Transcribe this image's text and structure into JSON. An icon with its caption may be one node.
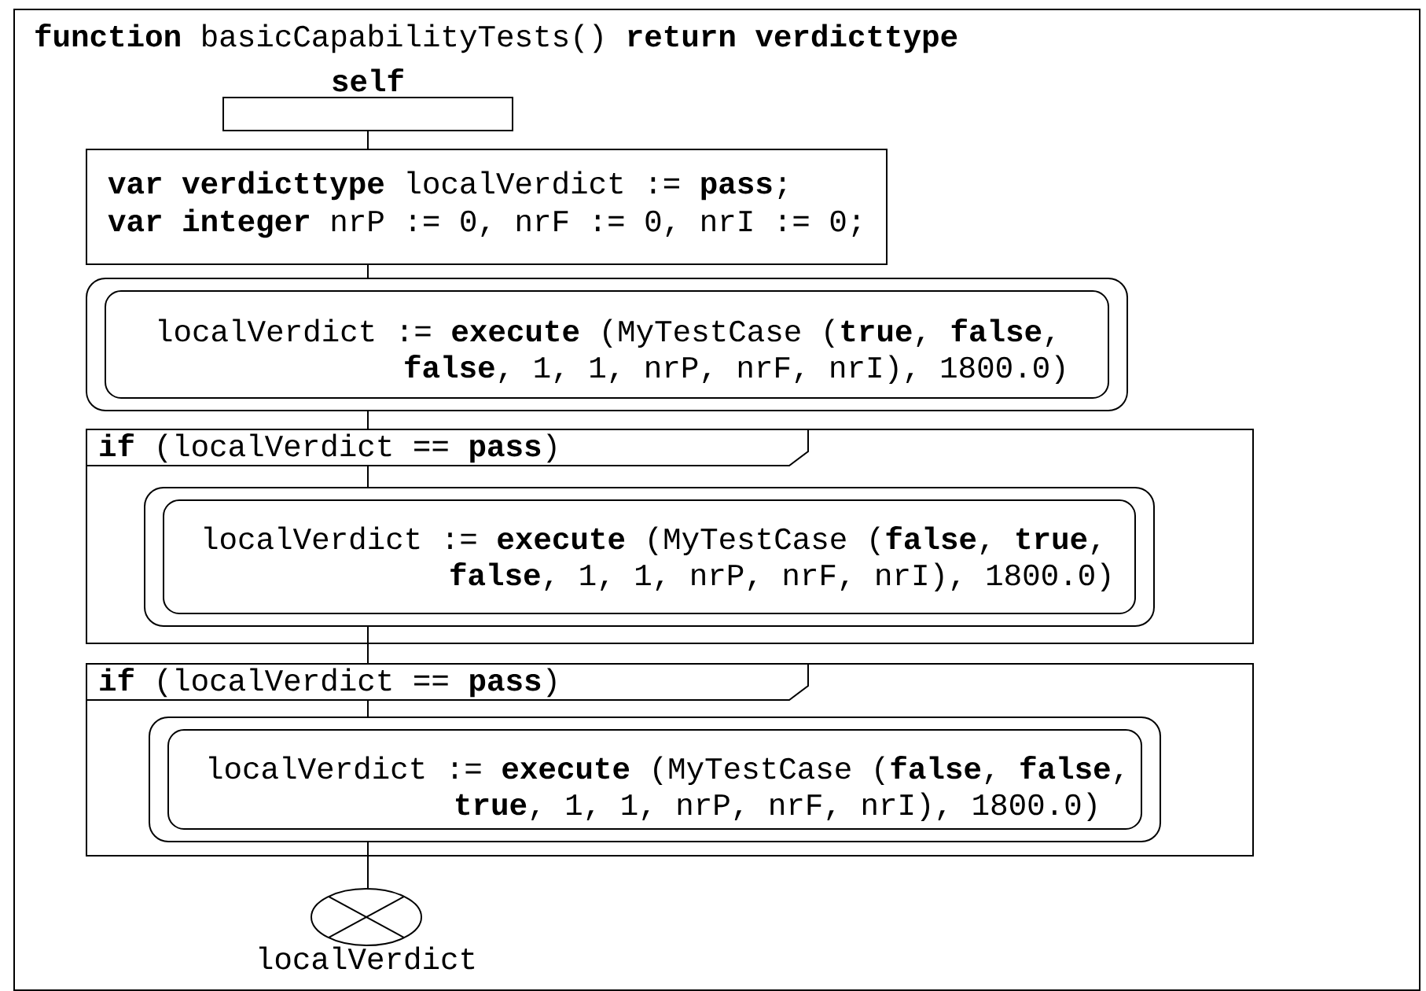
{
  "diagram": {
    "nodes": [
      {
        "text": [
          "**function** basicCapabilityTests() **return verdicttype**"
        ]
      },
      {
        "text": [
          "self"
        ],
        "in": 0
      },
      {
        "text": [
          "**var verdicttype** localVerdict := **pass**;",
          "**var integer** nrP := 0, nrF := 0, nrI := 0;"
        ],
        "in": 0
      },
      {
        "text": [
          "localVerdict := **execute** (MyTestCase (**true**, **false**, **false**, 1, 1, nrP, nrF, nrI), 1800.0)"
        ],
        "in": 0
      },
      {
        "text": [],
        "shape": "box",
        "in": 0
      },
      {
        "text": [
          "**if** (localVerdict == **pass**)"
        ],
        "in": 4
      },
      {
        "text": [
          "localVerdict := **execute** (MyTestCase (**false**, **true**, **false**, 1, 1, nrP, nrF, nrI), 1800.0)"
        ],
        "in": 4
      },
      {
        "text": [],
        "shape": "box",
        "in": 0
      },
      {
        "text": [
          "**if** (localVerdict == **pass**)"
        ],
        "in": 7
      },
      {
        "text": [
          "localVerdict := **execute** (MyTestCase (**false**, **false**, **true**, 1, 1, nrP, nrF, nrI), 1800.0)"
        ],
        "in": 7
      },
      {
        "text": [
          "localVerdict"
        ],
        "in": 0
      }
    ],
    "edges": [
      {
        "from": 1,
        "to": 2,
        "arrow": "none"
      },
      {
        "from": 2,
        "to": 3,
        "arrow": "none"
      },
      {
        "from": 3,
        "to": 5,
        "arrow": "none"
      },
      {
        "from": 5,
        "to": 6,
        "arrow": "none"
      },
      {
        "from": 6,
        "to": 8,
        "arrow": "none"
      },
      {
        "from": 8,
        "to": 9,
        "arrow": "none"
      },
      {
        "from": 9,
        "to": 10,
        "arrow": "none"
      }
    ]
  }
}
